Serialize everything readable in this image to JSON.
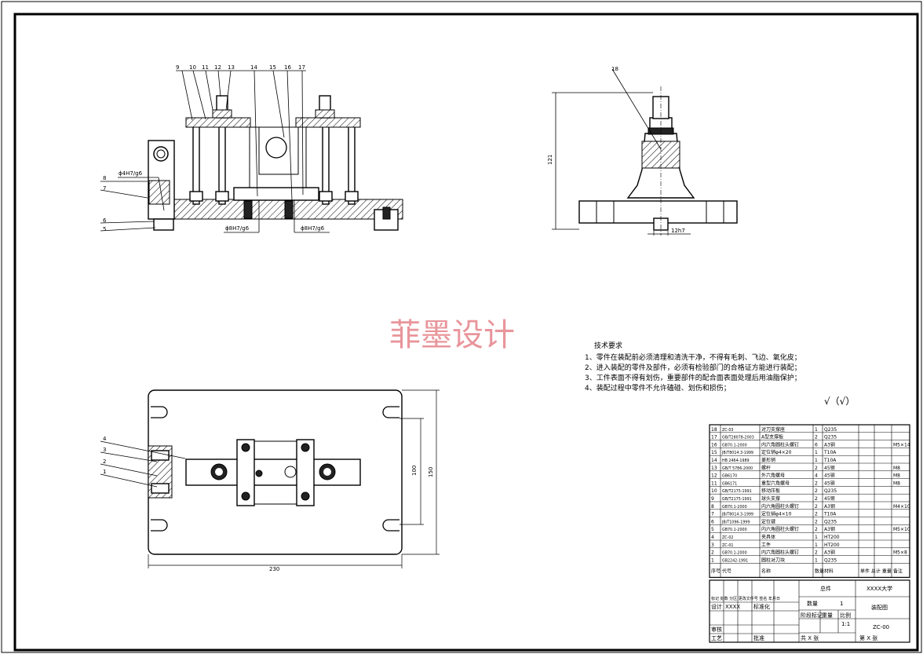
{
  "watermark": "菲墨设计",
  "front_view": {
    "callouts": [
      "9",
      "10",
      "11",
      "12",
      "13",
      "14",
      "15",
      "16",
      "17",
      "8",
      "7",
      "6",
      "5"
    ],
    "fit_labels": [
      "ϕ4H7/g6",
      "ϕ8H7/g6",
      "ϕ8H7/g6"
    ]
  },
  "side_view": {
    "callout": "18",
    "height_dim": "121",
    "fit_label": "12h7"
  },
  "top_view": {
    "callouts": [
      "4",
      "3",
      "2",
      "1"
    ],
    "width_dim": "230",
    "height_outer": "150",
    "height_inner": "100"
  },
  "tech_req": {
    "title": "技术要求",
    "items": [
      "1、零件在装配前必须清理和清洗干净，不得有毛刺、飞边、氧化皮；",
      "2、进入装配的零件及部件，必须有检验部门的合格证方能进行装配；",
      "3、工件表面不得有划伤，重要部件的配合面表面处理后用油脂保护；",
      "4、装配过程中零件不允许磕碰、划伤和损伤；"
    ]
  },
  "roughness_note": "√（√）",
  "bom": {
    "rows": [
      {
        "no": "18",
        "code": "ZC-03",
        "name": "对刀支撑座",
        "qty": "1",
        "mat": "Q235",
        "note": ""
      },
      {
        "no": "17",
        "code": "GB/T28078-2003",
        "name": "A型支撑板",
        "qty": "2",
        "mat": "Q235",
        "note": ""
      },
      {
        "no": "16",
        "code": "GB70.1-2000",
        "name": "内六角圆柱头螺钉",
        "qty": "6",
        "mat": "A3钢",
        "note": "M5×14"
      },
      {
        "no": "15",
        "code": "JB/T8014.3-1999",
        "name": "定位销φ4×20",
        "qty": "1",
        "mat": "T10A",
        "note": ""
      },
      {
        "no": "14",
        "code": "HB 2464-1989",
        "name": "菱形销",
        "qty": "1",
        "mat": "T10A",
        "note": ""
      },
      {
        "no": "13",
        "code": "GB/T 5786-2000",
        "name": "螺杆",
        "qty": "2",
        "mat": "45钢",
        "note": "M8"
      },
      {
        "no": "12",
        "code": "GB6170",
        "name": "外六角螺母",
        "qty": "4",
        "mat": "45钢",
        "note": "M8"
      },
      {
        "no": "11",
        "code": "GB6171",
        "name": "重型六角螺母",
        "qty": "2",
        "mat": "45钢",
        "note": "M8"
      },
      {
        "no": "10",
        "code": "GB/T2175-1991",
        "name": "移动压板",
        "qty": "2",
        "mat": "Q235",
        "note": ""
      },
      {
        "no": "9",
        "code": "GB/T2175-1991",
        "name": "球头支撑",
        "qty": "2",
        "mat": "45钢",
        "note": ""
      },
      {
        "no": "8",
        "code": "GB70.1-2000",
        "name": "内六角圆柱头螺钉",
        "qty": "2",
        "mat": "A3钢",
        "note": "M4×10"
      },
      {
        "no": "7",
        "code": "JB/T8014.3-1999",
        "name": "定位销φ4×10",
        "qty": "2",
        "mat": "T10A",
        "note": ""
      },
      {
        "no": "6",
        "code": "JB/T1096-1999",
        "name": "定位键",
        "qty": "2",
        "mat": "Q235",
        "note": ""
      },
      {
        "no": "5",
        "code": "GB70.1-2000",
        "name": "内六角圆柱头螺钉",
        "qty": "2",
        "mat": "A3钢",
        "note": "M5×10"
      },
      {
        "no": "4",
        "code": "ZC-02",
        "name": "夹具体",
        "qty": "1",
        "mat": "HT200",
        "note": ""
      },
      {
        "no": "3",
        "code": "ZC-01",
        "name": "工件",
        "qty": "1",
        "mat": "HT200",
        "note": ""
      },
      {
        "no": "2",
        "code": "GB70.1-2000",
        "name": "内六角圆柱头螺钉",
        "qty": "2",
        "mat": "A3钢",
        "note": "M5×8"
      },
      {
        "no": "1",
        "code": "GB2242-1991",
        "name": "圆柱对刀块",
        "qty": "1",
        "mat": "Q235",
        "note": ""
      }
    ],
    "header": {
      "no": "序号",
      "code": "代号",
      "name": "名称",
      "qty": "数量",
      "mat": "材料",
      "weight": "单件 总计 重量",
      "note": "备注"
    }
  },
  "title_block": {
    "drawing_name": "总件",
    "school": "XXXX大学",
    "qty_label": "数量",
    "qty_value": "1",
    "drawing_type": "装配图",
    "stage_label": "阶段标记",
    "weight_label": "重量",
    "scale_label": "比例",
    "scale_value": "1:1",
    "drawing_no": "ZC-00",
    "design_label": "设计",
    "design_value": "XXXX",
    "std_label": "标准化",
    "review_label": "审核",
    "craft_label": "工艺",
    "approve_label": "批准",
    "sheet_label": "共 X 张",
    "sheet_no": "第 X 张",
    "mark_labels": "标记 处数 分区 更改文件号 签名 年月日"
  }
}
